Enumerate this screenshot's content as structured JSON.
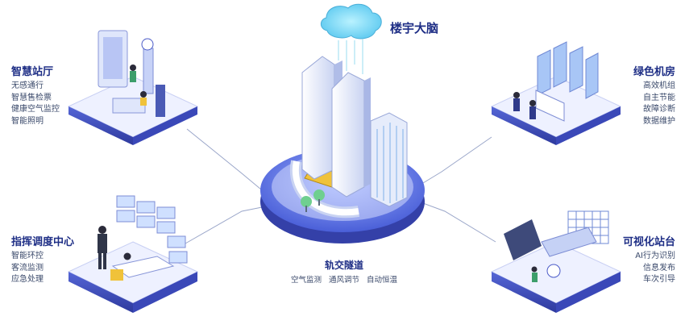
{
  "brain": {
    "title": "楼宇大脑"
  },
  "center": {
    "title": "轨交隧道",
    "items": [
      "空气监测",
      "通风调节",
      "自动恒温"
    ]
  },
  "modules": {
    "station_hall": {
      "title": "智慧站厅",
      "items": [
        "无感通行",
        "智慧售检票",
        "健康空气监控",
        "智能照明"
      ]
    },
    "command_center": {
      "title": "指挥调度中心",
      "items": [
        "智能环控",
        "客流监测",
        "应急处理"
      ]
    },
    "green_room": {
      "title": "绿色机房",
      "items": [
        "高效机组",
        "自主节能",
        "故障诊断",
        "数据维护"
      ]
    },
    "platform": {
      "title": "可视化站台",
      "items": [
        "AI行为识别",
        "信息发布",
        "车次引导"
      ]
    }
  },
  "colors": {
    "title": "#1f2f86",
    "platform_top": "#eef1ff",
    "platform_side": "#4b5bc8",
    "accent": "#3b5bdb",
    "connector": "#9aa6c9"
  }
}
